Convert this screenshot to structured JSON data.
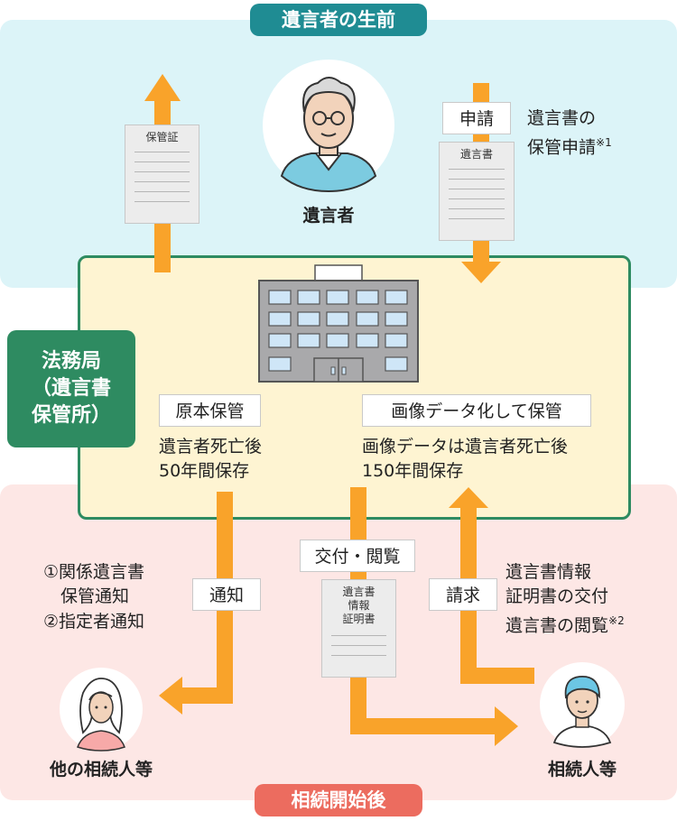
{
  "colors": {
    "orange": "#f9a32a",
    "green": "#2e8b61",
    "teal": "#1f8c93",
    "coral": "#ec6c5f"
  },
  "phases": {
    "before": "遺言者の生前",
    "after": "相続開始後"
  },
  "office": {
    "label": "法務局\n（遺言書\n保管所）",
    "icon": "office-building-icon"
  },
  "testator": {
    "name": "遺言者",
    "icon": "elderly-man-icon"
  },
  "heir_other": {
    "name": "他の相続人等",
    "icon": "woman-icon"
  },
  "heir": {
    "name": "相続人等",
    "icon": "man-icon"
  },
  "documents": {
    "certificate": "保管証",
    "will": "遺言書",
    "info_cert": "遺言書\n情報\n証明書"
  },
  "actions": {
    "apply": "申請",
    "apply_desc": "遺言書の\n保管申請",
    "apply_note": "※1",
    "notify": "通知",
    "notify_desc_1": "①関係遺言書\n　保管通知",
    "notify_desc_2": "②指定者通知",
    "issue_view": "交付・閲覧",
    "request": "請求",
    "request_desc": "遺言書情報\n証明書の交付\n遺言書の閲覧",
    "request_note": "※2"
  },
  "storage": {
    "original": "原本保管",
    "original_desc": "遺言者死亡後\n50年間保存",
    "image": "画像データ化して保管",
    "image_desc": "画像データは遺言者死亡後\n150年間保存"
  }
}
